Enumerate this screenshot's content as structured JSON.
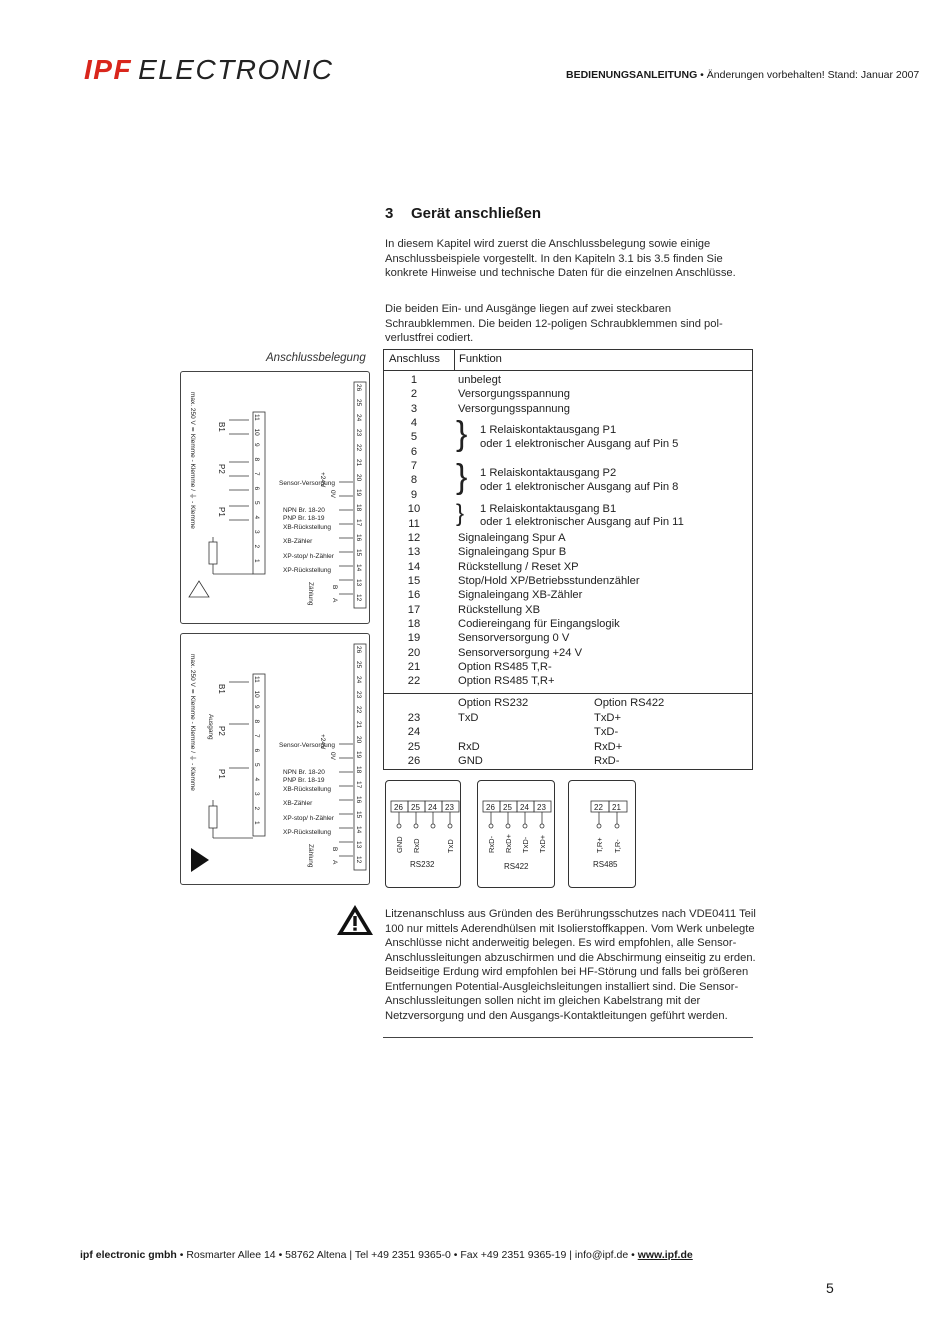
{
  "header": {
    "logo_ipf": "IPF",
    "logo_electronic": "ELECTRONIC",
    "doc_type": "BEDIENUNGSANLEITUNG",
    "doc_note": " • Änderungen vorbehalten! Stand: Januar 2007"
  },
  "section": {
    "number": "3",
    "title": "Gerät anschließen",
    "para1": "In diesem Kapitel wird zuerst die Anschlussbelegung sowie einige Anschlussbeispiele vorgestellt. In den Kapiteln 3.1 bis 3.5 finden Sie konkrete Hinweise und technische Daten für die einzelnen Anschlüsse.",
    "para2": "Die beiden Ein- und Ausgänge liegen auf zwei steckbaren Schraubklemmen. Die beiden 12-poligen Schraubklemmen sind pol-verlustfrei codiert.",
    "caption": "Anschlussbelegung"
  },
  "table": {
    "col1": "Anschluss",
    "col2": "Funktion",
    "rows": [
      {
        "n": "1",
        "f": "unbelegt"
      },
      {
        "n": "2",
        "f": "Versorgungsspannung"
      },
      {
        "n": "3",
        "f": "Versorgungsspannung"
      },
      {
        "n": "4",
        "f": ""
      },
      {
        "n": "5",
        "f": ""
      },
      {
        "n": "6",
        "f": ""
      },
      {
        "n": "7",
        "f": ""
      },
      {
        "n": "8",
        "f": ""
      },
      {
        "n": "9",
        "f": ""
      },
      {
        "n": "10",
        "f": ""
      },
      {
        "n": "11",
        "f": ""
      },
      {
        "n": "12",
        "f": "Signaleingang Spur A"
      },
      {
        "n": "13",
        "f": "Signaleingang Spur B"
      },
      {
        "n": "14",
        "f": "Rückstellung / Reset XP"
      },
      {
        "n": "15",
        "f": "Stop/Hold XP/Betriebsstundenzähler"
      },
      {
        "n": "16",
        "f": "Signaleingang XB-Zähler"
      },
      {
        "n": "17",
        "f": "Rückstellung XB"
      },
      {
        "n": "18",
        "f": "Codiereingang für Eingangslogik"
      },
      {
        "n": "19",
        "f": "Sensorversorgung 0 V"
      },
      {
        "n": "20",
        "f": "Sensorversorgung +24 V"
      },
      {
        "n": "21",
        "f": "Option RS485 T,R-"
      },
      {
        "n": "22",
        "f": "Option RS485 T,R+"
      }
    ],
    "groups": [
      {
        "l1": "1 Relaiskontaktausgang P1",
        "l2": "oder 1 elektronischer Ausgang auf Pin 5"
      },
      {
        "l1": "1 Relaiskontaktausgang P2",
        "l2": "oder 1 elektronischer Ausgang auf Pin 8"
      },
      {
        "l1": "1 Relaiskontaktausgang B1",
        "l2": "oder 1 elektronischer Ausgang auf Pin 11"
      }
    ],
    "opt_rs232": "Option RS232",
    "opt_rs422": "Option RS422",
    "serial_rows": [
      {
        "n": "23",
        "a": "TxD",
        "b": "TxD+"
      },
      {
        "n": "24",
        "a": "",
        "b": "TxD-"
      },
      {
        "n": "25",
        "a": "RxD",
        "b": "RxD+"
      },
      {
        "n": "26",
        "a": "GND",
        "b": "RxD-"
      }
    ]
  },
  "diagram1": {
    "rating": "max. 250 V ≂   Klemme - Klemme /  ⏚  - Klemme",
    "relays": [
      "B1",
      "P2",
      "P1"
    ],
    "pins_top": [
      "26",
      "25",
      "24",
      "23",
      "22",
      "21",
      "20",
      "19",
      "18",
      "17",
      "16",
      "15",
      "14",
      "13",
      "12"
    ],
    "pins_left": [
      "11",
      "10",
      "9",
      "8",
      "7",
      "6",
      "5",
      "4",
      "3",
      "2",
      "1"
    ],
    "labels": [
      "Sensor-Versorgung",
      "+24V",
      "0V",
      "NPN Br. 18-20",
      "PNP Br. 18-19",
      "XB-Rückstellung",
      "XB-Zähler",
      "XP-stop/ h-Zähler",
      "XP-Rückstellung",
      "Zählung",
      "B",
      "A"
    ]
  },
  "diagram2": {
    "rating": "max. 250 V ≂   Klemme - Klemme /  ⏚  - Klemme",
    "relays": [
      "B1",
      "P2",
      "P1"
    ],
    "output_label": "Ausgang",
    "labels": [
      "Sensor-Versorgung",
      "+24V",
      "0V",
      "NPN Br. 18-20",
      "PNP Br. 18-19",
      "XB-Rückstellung",
      "XB-Zähler",
      "XP-stop/ h-Zähler",
      "XP-Rückstellung",
      "Zählung",
      "B",
      "A"
    ]
  },
  "connectors": {
    "rs232": {
      "title": "RS232",
      "pins": [
        "26",
        "25",
        "24",
        "23"
      ],
      "signals": [
        "GND",
        "RxD",
        "",
        "TxD"
      ]
    },
    "rs422": {
      "title": "RS422",
      "pins": [
        "26",
        "25",
        "24",
        "23"
      ],
      "signals": [
        "RxD-",
        "RxD+",
        "TxD-",
        "TxD+"
      ]
    },
    "rs485": {
      "title": "RS485",
      "pins": [
        "22",
        "21"
      ],
      "signals": [
        "T,R+",
        "T,R-"
      ]
    }
  },
  "warning": {
    "text": "Litzenanschluss aus Gründen des Berührungsschutzes nach VDE0411 Teil 100 nur mittels Aderendhülsen mit Isolierstoffkappen. Vom Werk unbelegte Anschlüsse nicht anderweitig belegen. Es wird empfohlen, alle Sensor-Anschlussleitungen abzuschirmen und die Abschirmung einseitig zu erden. Beidseitige Erdung wird empfohlen bei HF-Störung und falls bei größeren Entfernungen Potential-Ausgleichsleitungen installiert sind. Die Sensor-Anschlussleitungen sollen nicht im gleichen Kabelstrang mit der Netzversorgung und den Ausgangs-Kontaktleitungen geführt werden."
  },
  "footer": {
    "company": "ipf electronic gmbh",
    "address": " • Rosmarter Allee 14 • 58762 Altena | Tel +49 2351 9365-0 • Fax +49 2351 9365-19 | info@ipf.de • ",
    "web": "www.ipf.de",
    "page": "5"
  },
  "colors": {
    "brand_red": "#d9261c",
    "text": "#1a1a1a"
  }
}
